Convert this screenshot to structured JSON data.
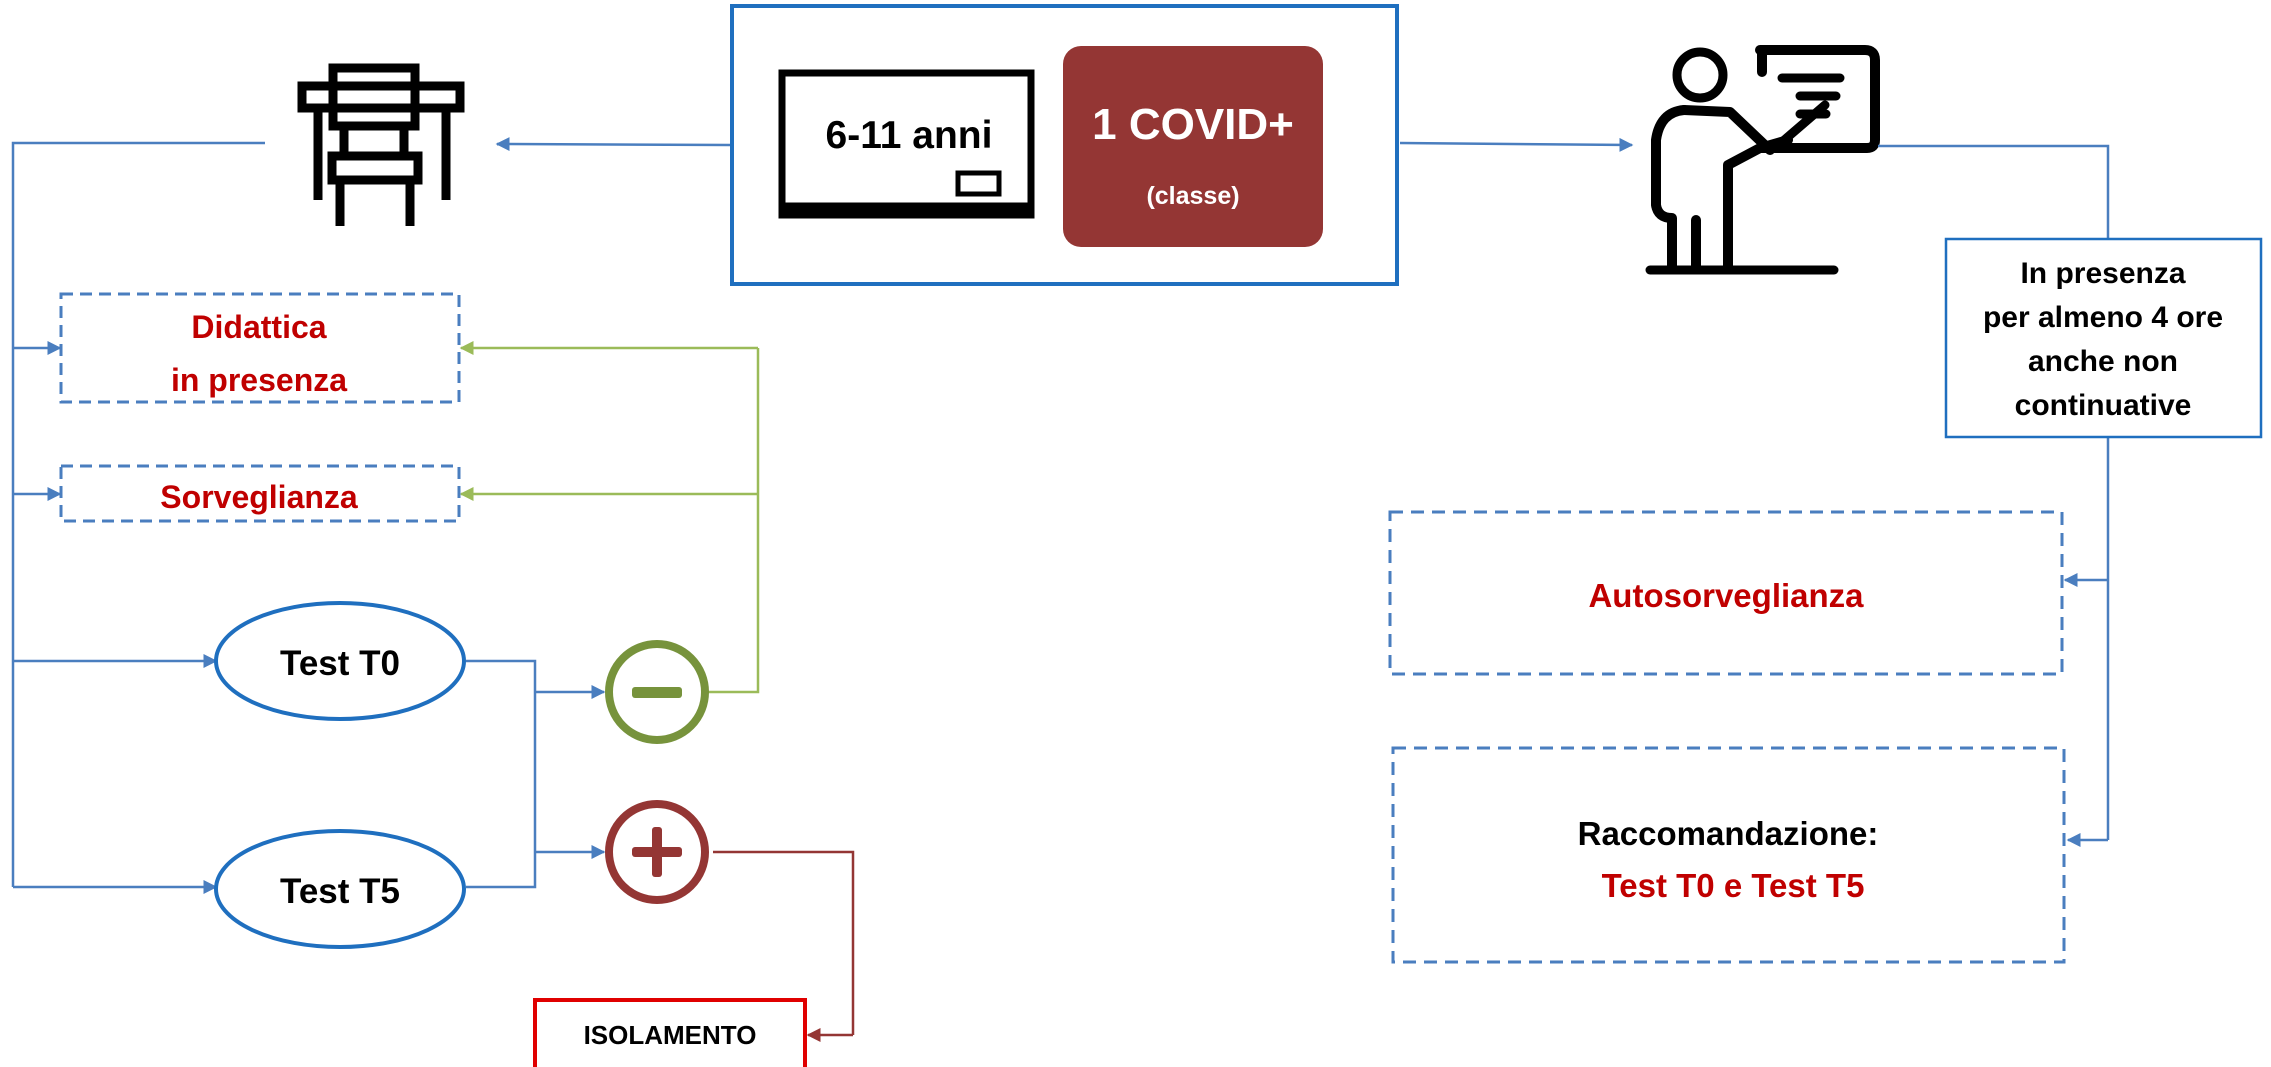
{
  "header": {
    "age_label": "6-11 anni",
    "case_label": "1 COVID+",
    "case_sub": "(classe)"
  },
  "students": {
    "didattica_line1": "Didattica",
    "didattica_line2": "in presenza",
    "sorveglianza": "Sorveglianza",
    "test_t0": "Test T0",
    "test_t5": "Test T5",
    "isolamento": "ISOLAMENTO"
  },
  "teachers": {
    "condition_lines": [
      "In presenza",
      "per almeno 4 ore",
      "anche non",
      "continuative"
    ],
    "autosorveglianza": "Autosorveglianza",
    "recommendation_title": "Raccomandazione:",
    "recommendation_detail": "Test T0 e Test T5"
  },
  "colors": {
    "flow_blue": "#4a7ebf",
    "box_blue": "#1f6fbf",
    "case_red": "#943634",
    "label_red": "#c00000",
    "negative_green": "#77933c",
    "positive_red": "#943634",
    "isolation_red": "#e00000"
  },
  "icons": [
    "desk-chair-icon",
    "blackboard-icon",
    "teacher-icon",
    "minus-circle-icon",
    "plus-circle-icon"
  ]
}
